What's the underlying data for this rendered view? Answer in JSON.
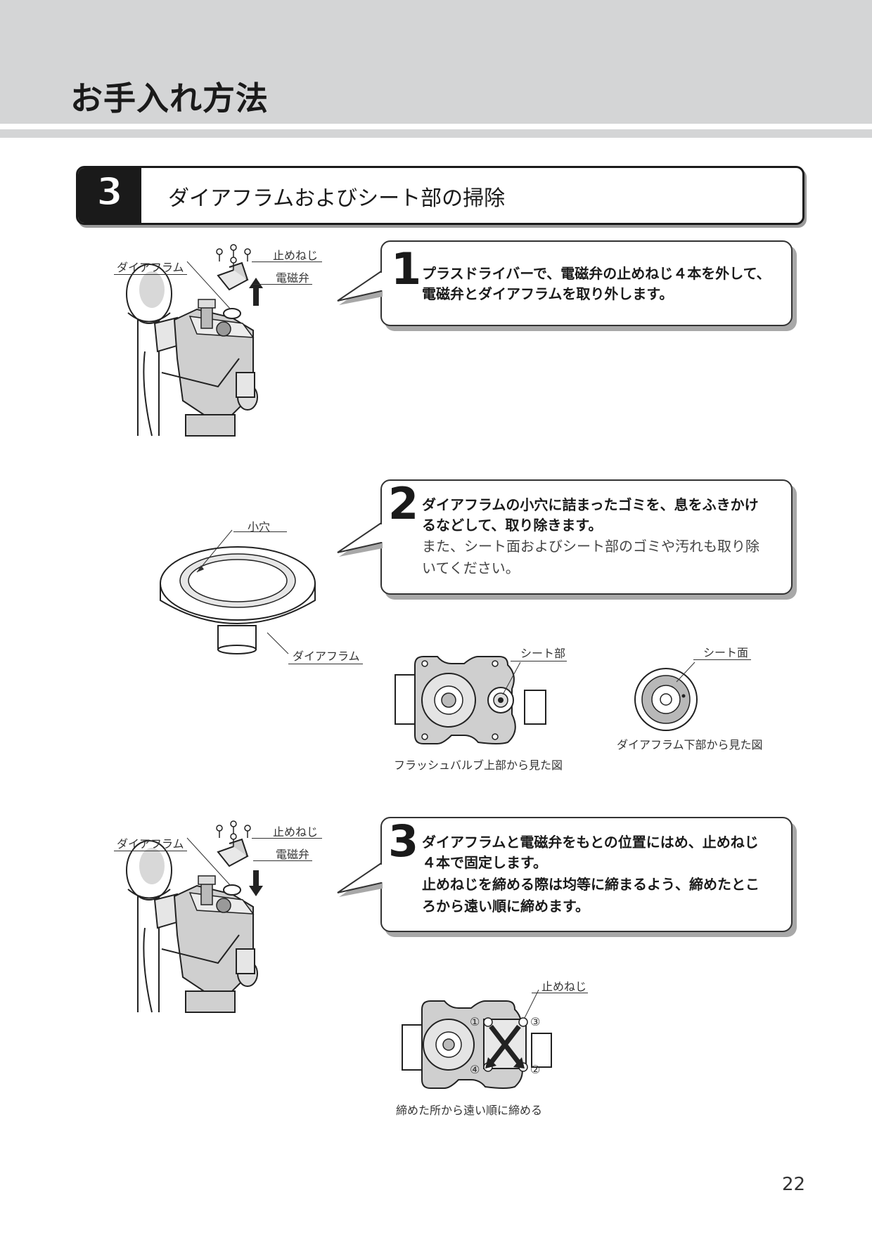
{
  "header": {
    "title": "お手入れ方法"
  },
  "section": {
    "number": "3",
    "title": "ダイアフラムおよびシート部の掃除"
  },
  "steps": [
    {
      "number": "1",
      "lines": [
        "プラスドライバーで、電磁弁の止めねじ４本を外して、",
        "電磁弁とダイアフラムを取り外します。"
      ]
    },
    {
      "number": "2",
      "lines": [
        "ダイアフラムの小穴に詰まったゴミを、息をふきかけ",
        "るなどして、取り除きます。"
      ],
      "note_lines": [
        "また、シート面およびシート部のゴミや汚れも取り除",
        "いてください。"
      ]
    },
    {
      "number": "3",
      "lines": [
        "ダイアフラムと電磁弁をもとの位置にはめ、止めねじ",
        "４本で固定します。",
        "止めねじを締める際は均等に締まるよう、締めたとこ",
        "ろから遠い順に締めます。"
      ]
    }
  ],
  "figures": {
    "fig1": {
      "screw_label": "止めねじ",
      "valve_label": "電磁弁",
      "diaphragm_label": "ダイアフラム"
    },
    "fig2": {
      "hole_label": "小穴",
      "diaphragm_label": "ダイアフラム"
    },
    "fig3": {
      "seat_part_label": "シート部",
      "caption": "フラッシュバルブ上部から見た図"
    },
    "fig4": {
      "seat_face_label": "シート面",
      "caption": "ダイアフラム下部から見た図"
    },
    "fig5": {
      "screw_label": "止めねじ",
      "valve_label": "電磁弁",
      "diaphragm_label": "ダイアフラム"
    },
    "fig6": {
      "screw_label": "止めねじ",
      "order": [
        "①",
        "②",
        "③",
        "④"
      ],
      "caption": "締めた所から遠い順に締める"
    }
  },
  "page": {
    "number": "22"
  }
}
